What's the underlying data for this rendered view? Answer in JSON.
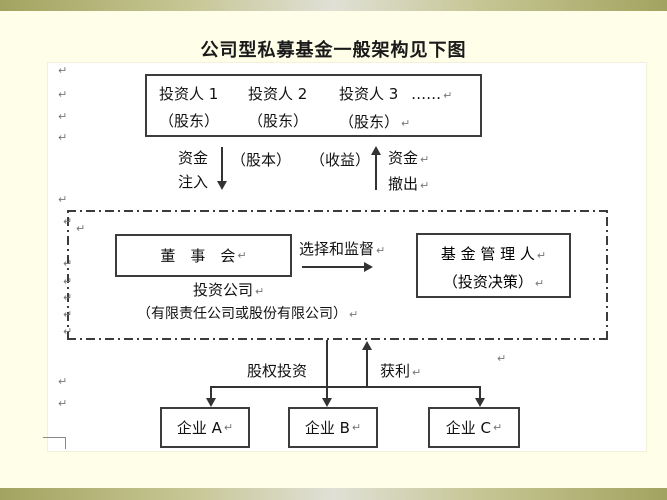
{
  "page": {
    "title": "公司型私募基金一般架构见下图"
  },
  "marks": {
    "pilcrow": "↵",
    "ellipsis": "……"
  },
  "colors": {
    "decor_bar": "#a3a360",
    "page_background": "#fffee9",
    "canvas_background": "#ffffff",
    "line": "#3c3c3c"
  },
  "investors": {
    "items": [
      {
        "name": "投资人 1",
        "role": "（股东）"
      },
      {
        "name": "投资人 2",
        "role": "（股东）"
      },
      {
        "name": "投资人 3",
        "role": "（股东）"
      }
    ]
  },
  "flows": {
    "inject_top": "资金",
    "inject_bottom": "注入",
    "capital": "（股本）",
    "income": "（收益）",
    "withdraw_top": "资金",
    "withdraw_bottom": "撤出"
  },
  "fund": {
    "board": "董　事　会",
    "supervise": "选择和监督",
    "manager": "基 金 管 理 人",
    "manager_sub": "（投资决策）",
    "company": "投资公司",
    "company_sub": "（有限责任公司或股份有限公司）"
  },
  "bottom": {
    "equity": "股权投资",
    "profit": "获利",
    "companies": [
      {
        "label": "企业 A"
      },
      {
        "label": "企业 B"
      },
      {
        "label": "企业 C"
      }
    ]
  }
}
